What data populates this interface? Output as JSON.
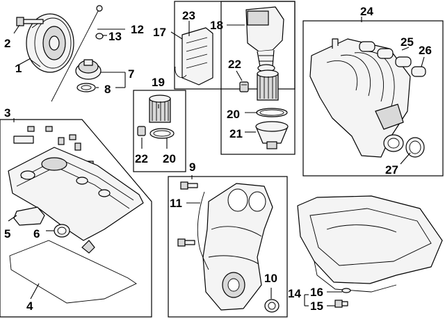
{
  "diagram": {
    "callouts": [
      {
        "id": "c1",
        "text": "1"
      },
      {
        "id": "c2",
        "text": "2"
      },
      {
        "id": "c3",
        "text": "3"
      },
      {
        "id": "c4",
        "text": "4"
      },
      {
        "id": "c5",
        "text": "5"
      },
      {
        "id": "c6",
        "text": "6"
      },
      {
        "id": "c7",
        "text": "7"
      },
      {
        "id": "c8",
        "text": "8"
      },
      {
        "id": "c9",
        "text": "9"
      },
      {
        "id": "c10",
        "text": "10"
      },
      {
        "id": "c11",
        "text": "11"
      },
      {
        "id": "c12",
        "text": "12"
      },
      {
        "id": "c13",
        "text": "13"
      },
      {
        "id": "c14",
        "text": "14"
      },
      {
        "id": "c15",
        "text": "15"
      },
      {
        "id": "c16",
        "text": "16"
      },
      {
        "id": "c17",
        "text": "17"
      },
      {
        "id": "c18",
        "text": "18"
      },
      {
        "id": "c19",
        "text": "19"
      },
      {
        "id": "c20a",
        "text": "20"
      },
      {
        "id": "c20b",
        "text": "20"
      },
      {
        "id": "c21",
        "text": "21"
      },
      {
        "id": "c22a",
        "text": "22"
      },
      {
        "id": "c22b",
        "text": "22"
      },
      {
        "id": "c23",
        "text": "23"
      },
      {
        "id": "c24",
        "text": "24"
      },
      {
        "id": "c25",
        "text": "25"
      },
      {
        "id": "c26",
        "text": "26"
      },
      {
        "id": "c27",
        "text": "27"
      }
    ]
  }
}
